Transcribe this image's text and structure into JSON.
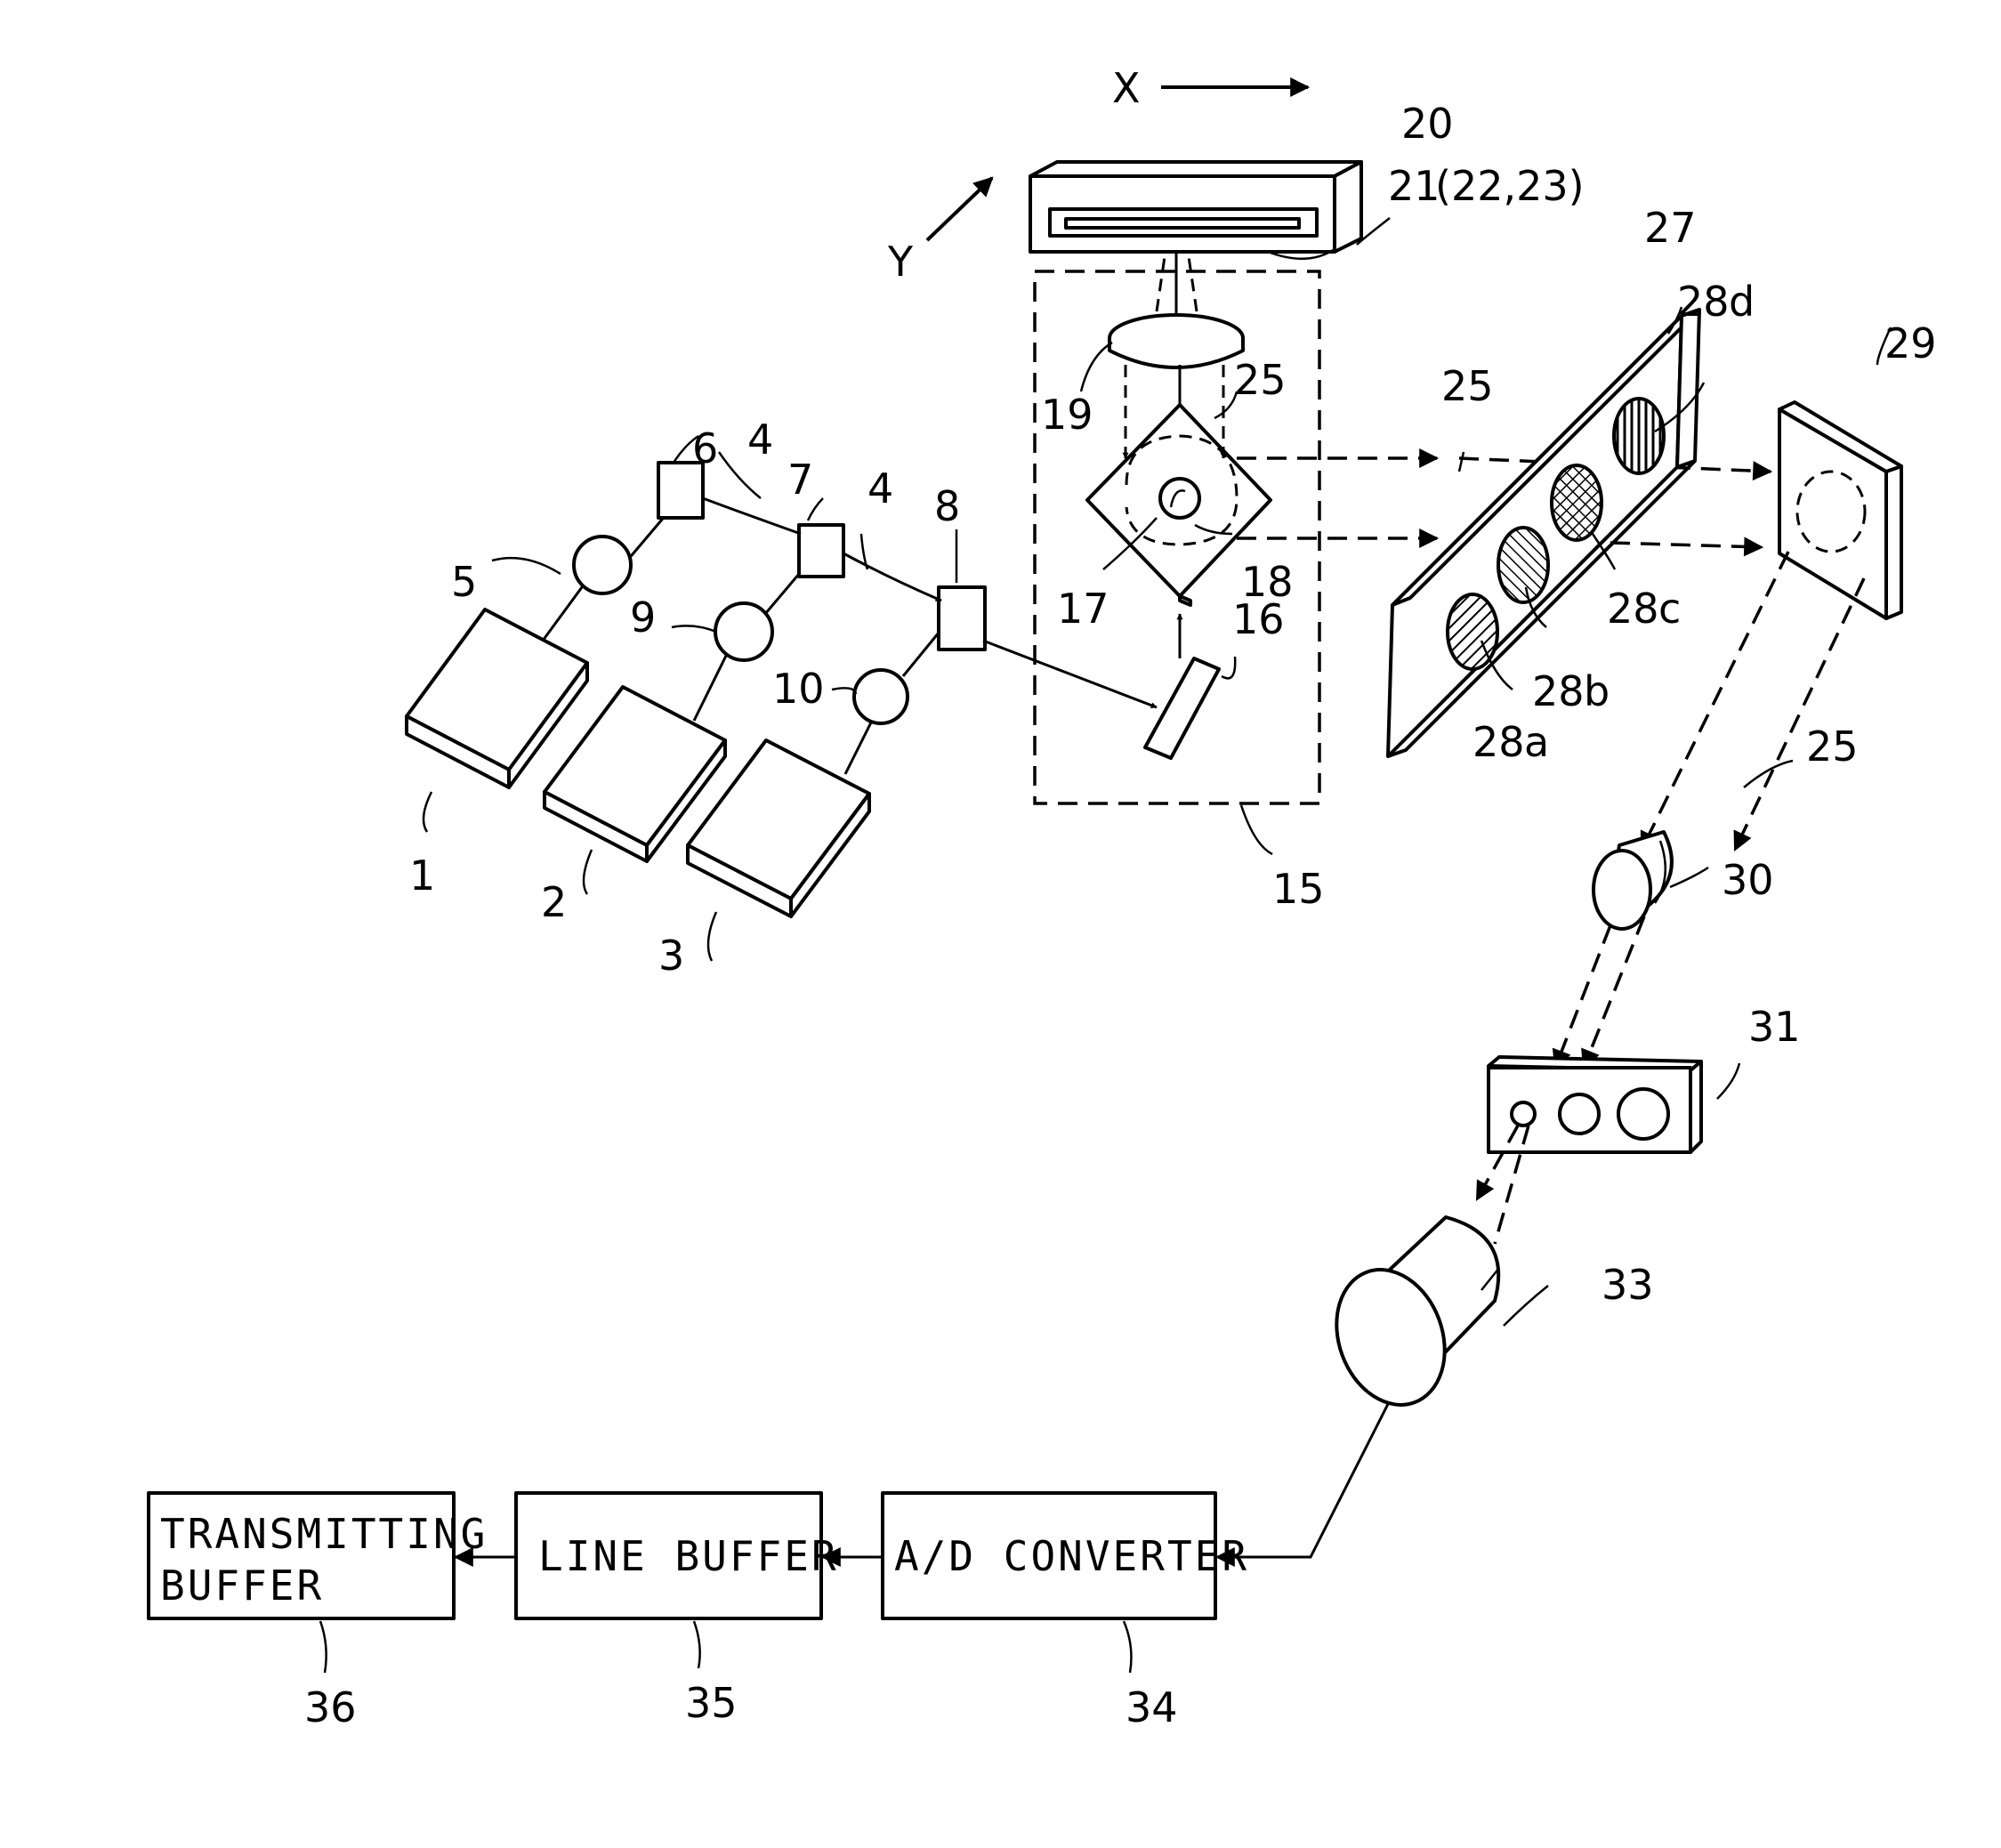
{
  "axes": {
    "x": "X",
    "y": "Y"
  },
  "labels": {
    "n1": "1",
    "n2": "2",
    "n3": "3",
    "n4a": "4",
    "n4b": "4",
    "n5": "5",
    "n6": "6",
    "n7": "7",
    "n8": "8",
    "n9": "9",
    "n10": "10",
    "n15": "15",
    "n16": "16",
    "n17": "17",
    "n18": "18",
    "n19": "19",
    "n20": "20",
    "n21": "21",
    "n21sub": "(22,23)",
    "n25a": "25",
    "n25b": "25",
    "n25c": "25",
    "n27": "27",
    "n28a": "28",
    "n28a_s": "a",
    "n28b": "28",
    "n28b_s": "b",
    "n28c": "28",
    "n28c_s": "c",
    "n28d": "28",
    "n28d_s": "d",
    "n29": "29",
    "n30": "30",
    "n31": "31",
    "n33": "33",
    "n34": "34",
    "n35": "35",
    "n36": "36"
  },
  "blocks": {
    "transmitting_line1": "TRANSMITTING",
    "transmitting_line2": "BUFFER",
    "line_buffer": "LINE BUFFER",
    "ad_converter": "A/D CONVERTER"
  }
}
